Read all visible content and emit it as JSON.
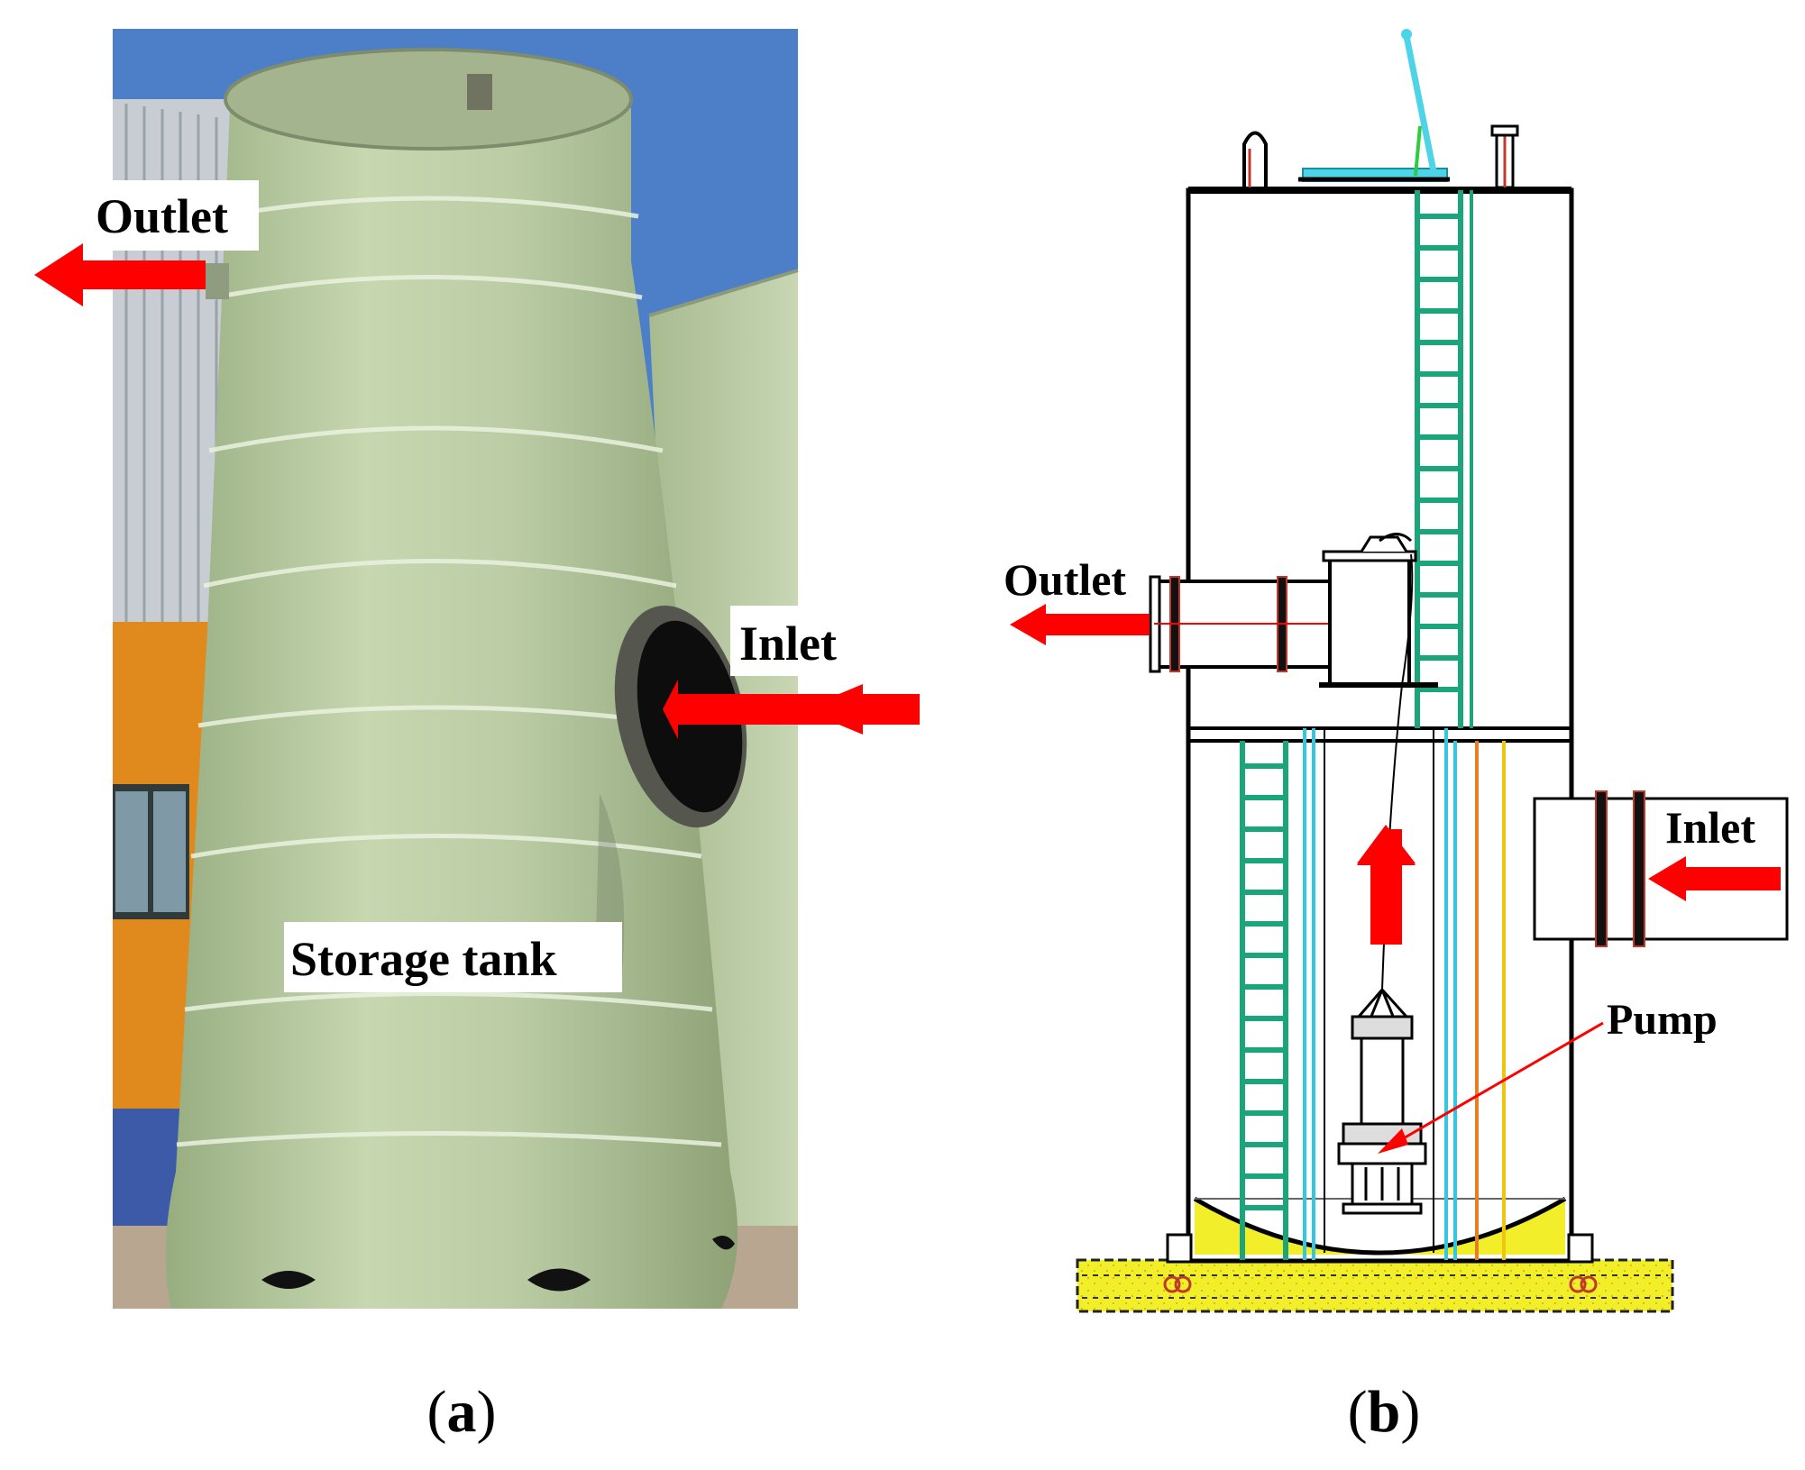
{
  "panel_a": {
    "outlet_label": "Outlet",
    "inlet_label": "Inlet",
    "tank_label": "Storage tank",
    "caption_letter": "a",
    "arrow_color": "#ff0000",
    "tank_color": "#b7c9a0",
    "sky_color": "#4c7fc8"
  },
  "panel_b": {
    "outlet_label": "Outlet",
    "inlet_label": "Inlet",
    "pump_label": "Pump",
    "caption_letter": "b",
    "ladder_color": "#1aa57a",
    "base_color": "#f2ef2a",
    "arrow_color": "#ff0000"
  }
}
